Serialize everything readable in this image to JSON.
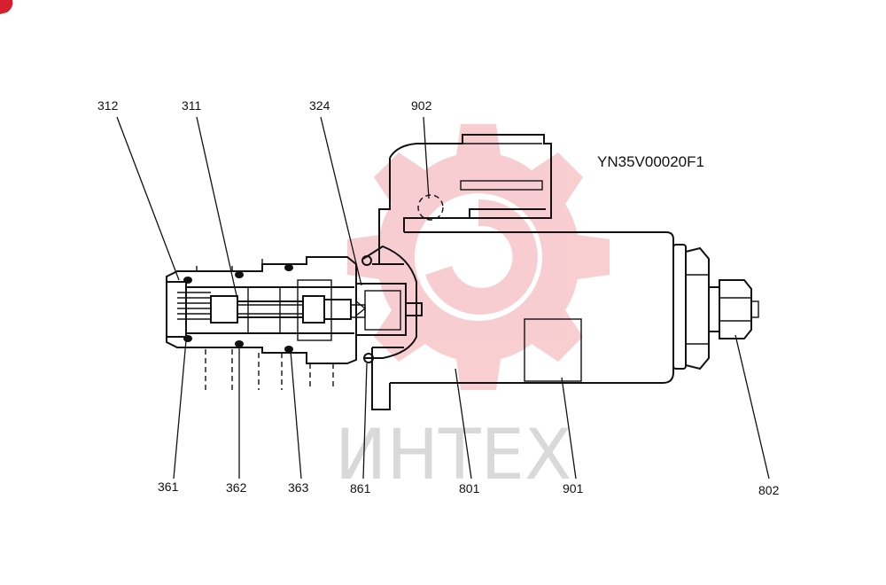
{
  "drawing_code": "YN35V00020F1",
  "watermark": {
    "text": "ИНТЕХ",
    "color": "#f5c9cc"
  },
  "labels": {
    "p312": "312",
    "p311": "311",
    "p324": "324",
    "p902": "902",
    "p361": "361",
    "p362": "362",
    "p363": "363",
    "p861": "861",
    "p801": "801",
    "p901": "901",
    "p802": "802"
  }
}
